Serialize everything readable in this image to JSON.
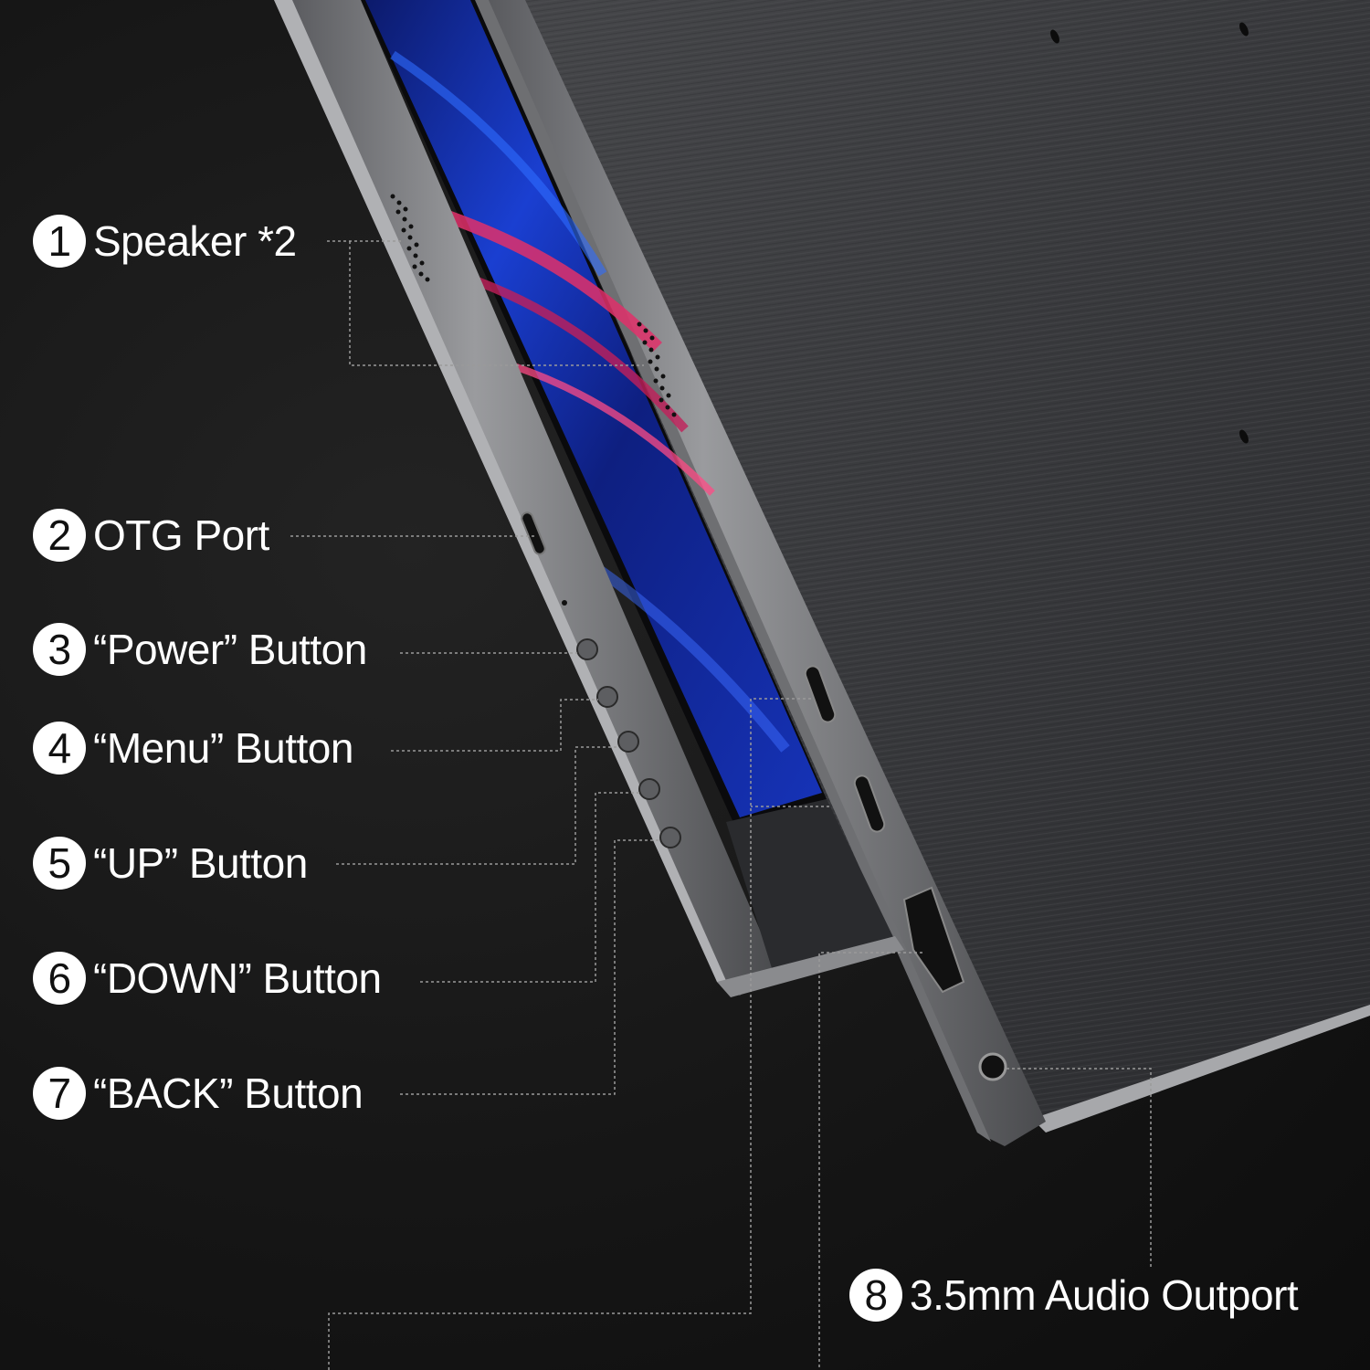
{
  "callouts": [
    {
      "number": "1",
      "label": "Speaker *2"
    },
    {
      "number": "2",
      "label": "OTG Port"
    },
    {
      "number": "3",
      "label": "“Power” Button"
    },
    {
      "number": "4",
      "label": "“Menu” Button"
    },
    {
      "number": "5",
      "label": "“UP” Button"
    },
    {
      "number": "6",
      "label": "“DOWN” Button"
    },
    {
      "number": "7",
      "label": "“BACK” Button"
    },
    {
      "number": "8",
      "label": "3.5mm Audio Outport"
    }
  ],
  "colors": {
    "background": "#161616",
    "chassis": "#3a3b3e",
    "frame_edge": "#8a8b8e",
    "screen_accent_blue": "#1a3fd1",
    "screen_accent_pink": "#e0306a",
    "callout_text": "#ffffff",
    "leader_line": "#9a9a9a"
  }
}
